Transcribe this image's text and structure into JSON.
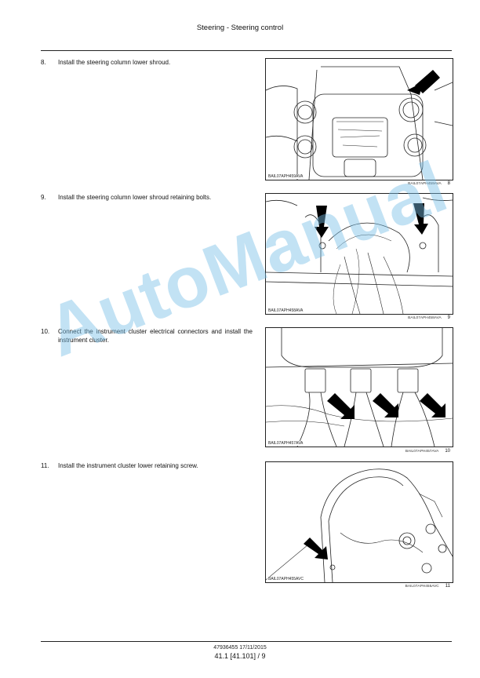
{
  "header": {
    "title": "Steering - Steering control"
  },
  "steps": [
    {
      "number": "8.",
      "text": "Install the steering column lower shroud."
    },
    {
      "number": "9.",
      "text": "Install the steering column lower shroud retaining bolts."
    },
    {
      "number": "10.",
      "text": "Connect the instrument cluster electrical connectors and install the instrument cluster."
    },
    {
      "number": "11.",
      "text": "Install the instrument cluster lower retaining screw."
    }
  ],
  "figures": [
    {
      "inner_code": "BAIL07APH459AVA",
      "caption_code": "BAIL07APH459AVA",
      "caption_num": "8"
    },
    {
      "inner_code": "BAIL07APH458AVA",
      "caption_code": "BAIL07APH458AVA",
      "caption_num": "9"
    },
    {
      "inner_code": "BAIL07APH457AVA",
      "caption_code": "BAIL07APH457AVA",
      "caption_num": "10"
    },
    {
      "inner_code": "BAIL07APH455AVC",
      "caption_code": "BAIL07APH455AVC",
      "caption_num": "11"
    }
  ],
  "watermark": "AutoManual",
  "footer": {
    "doc_code": "47936455 17/11/2015",
    "page": "41.1 [41.101] / 9"
  },
  "colors": {
    "watermark": "#78bee6",
    "line": "#222222"
  }
}
